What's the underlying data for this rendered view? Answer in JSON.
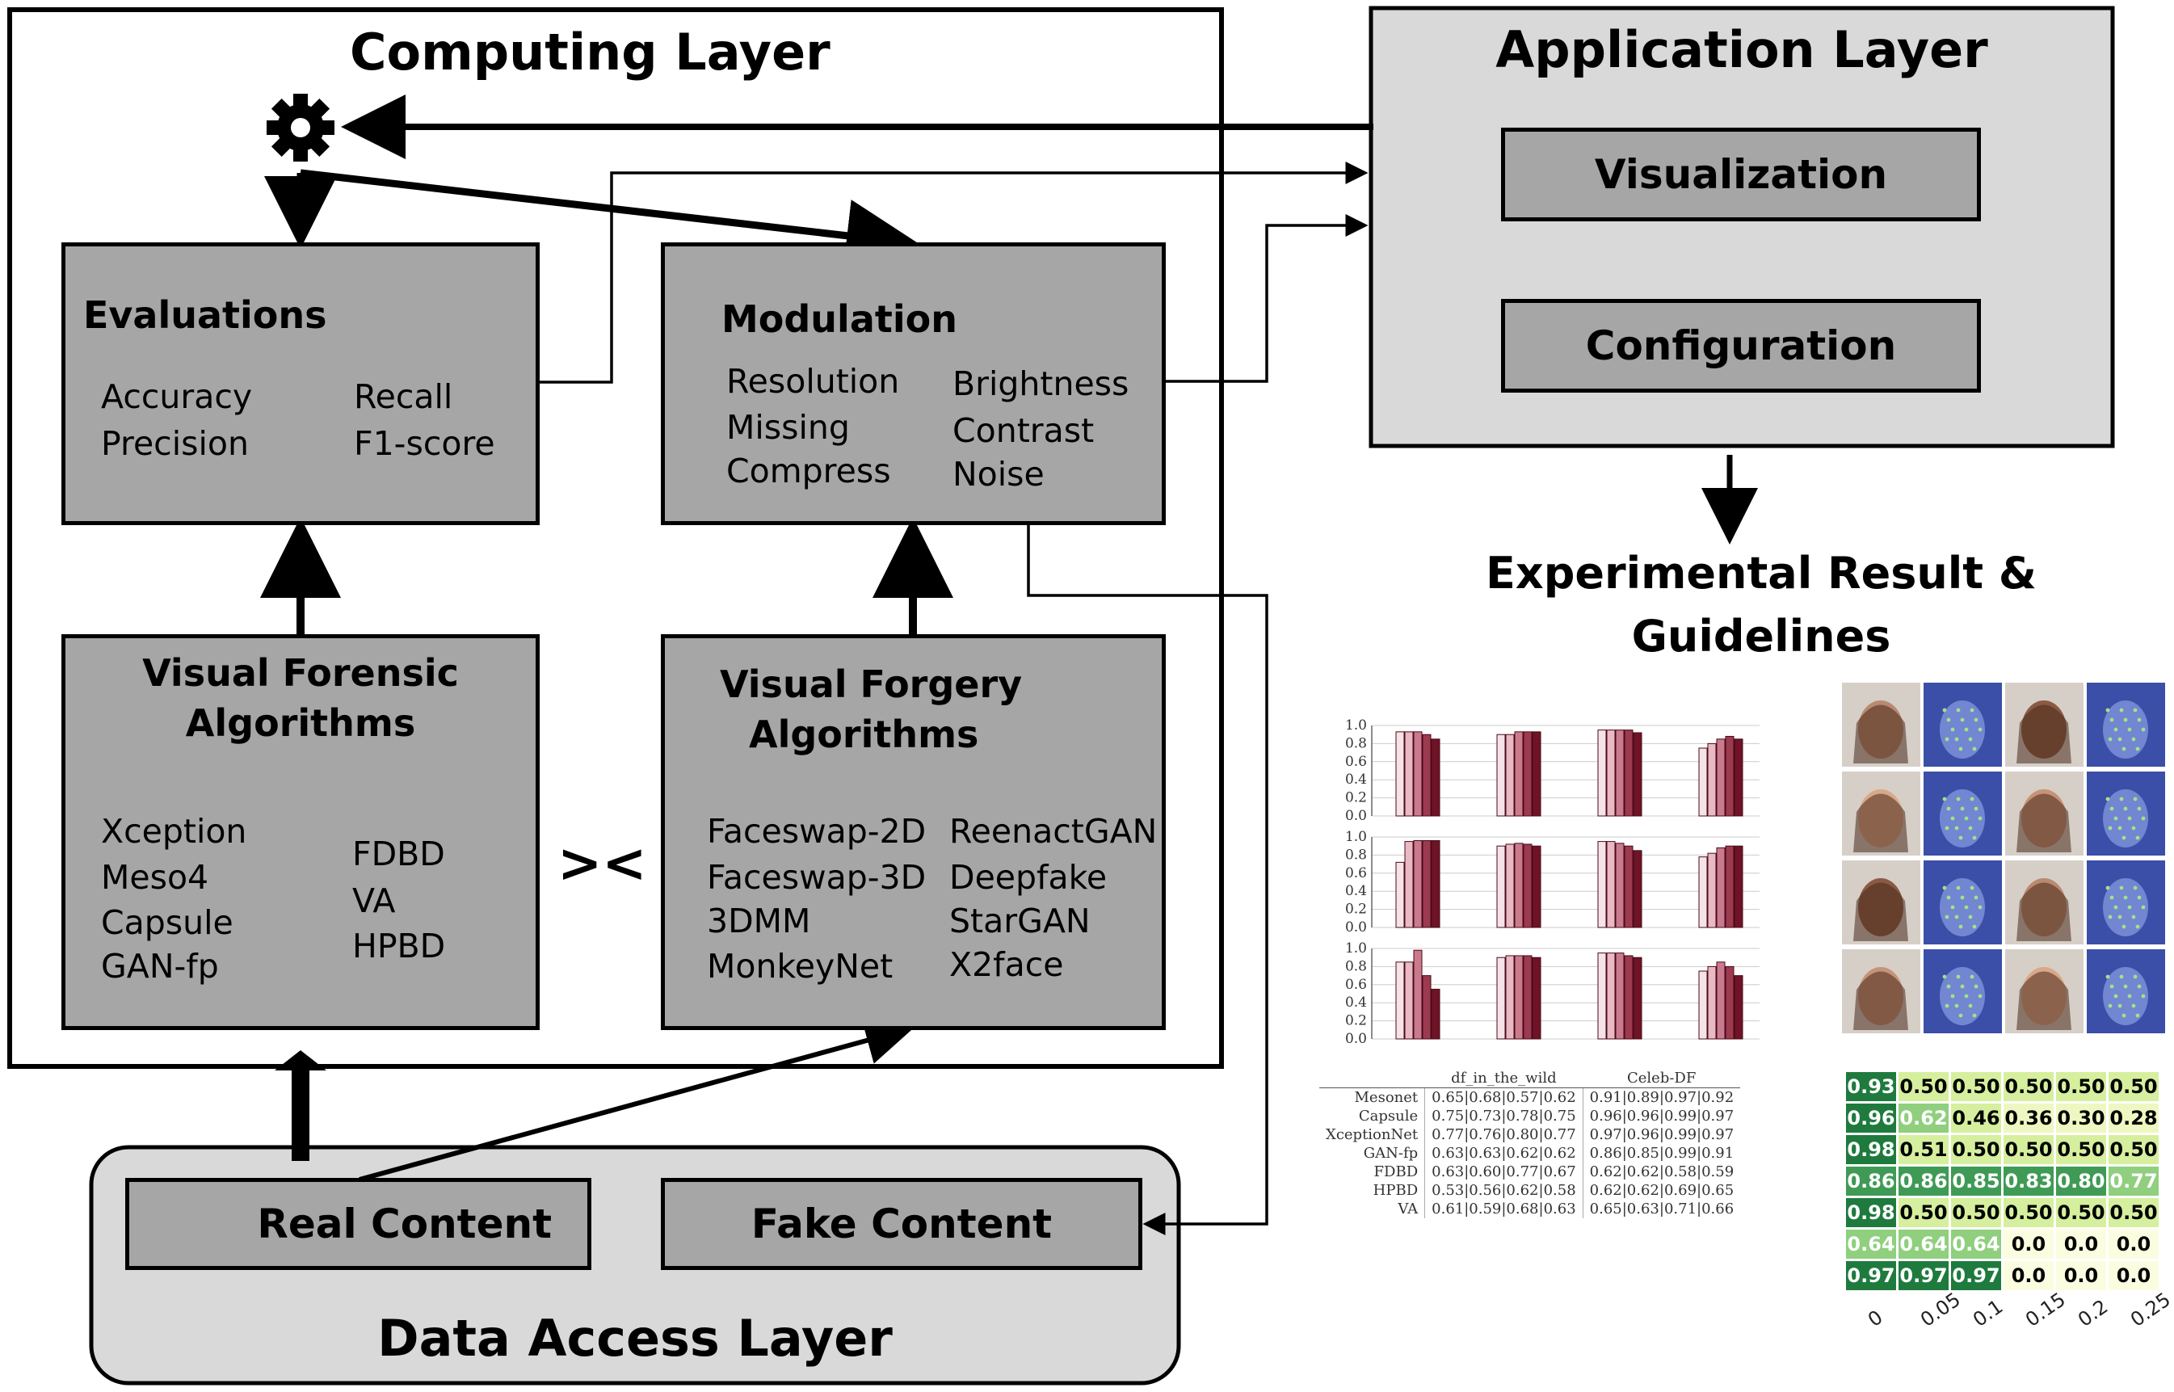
{
  "computing_layer": {
    "title": "Computing Layer",
    "evaluations": {
      "title": "Evaluations",
      "items": [
        "Accuracy",
        "Recall",
        "Precision",
        "F1-score"
      ]
    },
    "modulation": {
      "title": "Modulation",
      "items": [
        "Resolution",
        "Brightness",
        "Missing",
        "Contrast",
        "Compress",
        "Noise"
      ]
    },
    "forensic": {
      "title_line1": "Visual Forensic",
      "title_line2": "Algorithms",
      "items": [
        "Xception",
        "Meso4",
        "Capsule",
        "GAN-fp",
        "FDBD",
        "VA",
        "HPBD"
      ]
    },
    "forgery": {
      "title_line1": "Visual Forgery",
      "title_line2": "Algorithms",
      "items": [
        "Faceswap-2D",
        "Faceswap-3D",
        "3DMM",
        "MonkeyNet",
        "ReenactGAN",
        "Deepfake",
        "StarGAN",
        "X2face"
      ]
    },
    "vs_symbol": "><"
  },
  "application_layer": {
    "title": "Application Layer",
    "visualization": "Visualization",
    "configuration": "Configuration"
  },
  "data_access_layer": {
    "title": "Data Access Layer",
    "real": "Real Content",
    "fake": "Fake Content"
  },
  "results": {
    "title_line1": "Experimental Result &",
    "title_line2": "Guidelines",
    "bar_ticks": [
      "1.0",
      "0.8",
      "0.6",
      "0.4",
      "0.2",
      "0.0"
    ],
    "bar_groups": [
      [
        [
          0.93,
          0.93,
          0.93,
          0.9,
          0.85
        ],
        [
          0.9,
          0.9,
          0.93,
          0.93,
          0.93
        ],
        [
          0.95,
          0.95,
          0.95,
          0.95,
          0.92
        ],
        [
          0.75,
          0.8,
          0.85,
          0.88,
          0.85
        ]
      ],
      [
        [
          0.72,
          0.95,
          0.96,
          0.96,
          0.96
        ],
        [
          0.9,
          0.92,
          0.93,
          0.92,
          0.9
        ],
        [
          0.95,
          0.95,
          0.93,
          0.9,
          0.85
        ],
        [
          0.78,
          0.82,
          0.88,
          0.9,
          0.9
        ]
      ],
      [
        [
          0.85,
          0.85,
          0.98,
          0.7,
          0.55
        ],
        [
          0.9,
          0.92,
          0.92,
          0.92,
          0.9
        ],
        [
          0.95,
          0.95,
          0.95,
          0.92,
          0.9
        ],
        [
          0.75,
          0.8,
          0.85,
          0.8,
          0.7
        ]
      ]
    ],
    "table": {
      "headers": [
        "",
        "df_in_the_wild",
        "Celeb-DF"
      ],
      "rows": [
        [
          "Mesonet",
          "0.65|0.68|0.57|0.62",
          "0.91|0.89|0.97|0.92"
        ],
        [
          "Capsule",
          "0.75|0.73|0.78|0.75",
          "0.96|0.96|0.99|0.97"
        ],
        [
          "XceptionNet",
          "0.77|0.76|0.80|0.77",
          "0.97|0.96|0.99|0.97"
        ],
        [
          "GAN-fp",
          "0.63|0.63|0.62|0.62",
          "0.86|0.85|0.99|0.91"
        ],
        [
          "FDBD",
          "0.63|0.60|0.77|0.67",
          "0.62|0.62|0.58|0.59"
        ],
        [
          "HPBD",
          "0.53|0.56|0.62|0.58",
          "0.62|0.62|0.69|0.65"
        ],
        [
          "VA",
          "0.61|0.59|0.68|0.63",
          "0.65|0.63|0.71|0.66"
        ]
      ]
    },
    "heatmap": {
      "rows": [
        [
          "0.93",
          "0.50",
          "0.50",
          "0.50",
          "0.50",
          "0.50"
        ],
        [
          "0.96",
          "0.62",
          "0.46",
          "0.36",
          "0.30",
          "0.28"
        ],
        [
          "0.98",
          "0.51",
          "0.50",
          "0.50",
          "0.50",
          "0.50"
        ],
        [
          "0.86",
          "0.86",
          "0.85",
          "0.83",
          "0.80",
          "0.77"
        ],
        [
          "0.98",
          "0.50",
          "0.50",
          "0.50",
          "0.50",
          "0.50"
        ],
        [
          "0.64",
          "0.64",
          "0.64",
          "0.0",
          "0.0",
          "0.0"
        ],
        [
          "0.97",
          "0.97",
          "0.97",
          "0.0",
          "0.0",
          "0.0"
        ]
      ],
      "x_ticks": [
        "0",
        "0.05",
        "0.1",
        "0.15",
        "0.2",
        "0.25"
      ]
    }
  },
  "colors": {
    "box_fill": "#a6a6a6",
    "data_layer_fill": "#d9d9d9",
    "app_layer_fill": "#d9d9d9",
    "bar_dark": "#7a1f2e",
    "bar_light": "#f3dde3"
  }
}
